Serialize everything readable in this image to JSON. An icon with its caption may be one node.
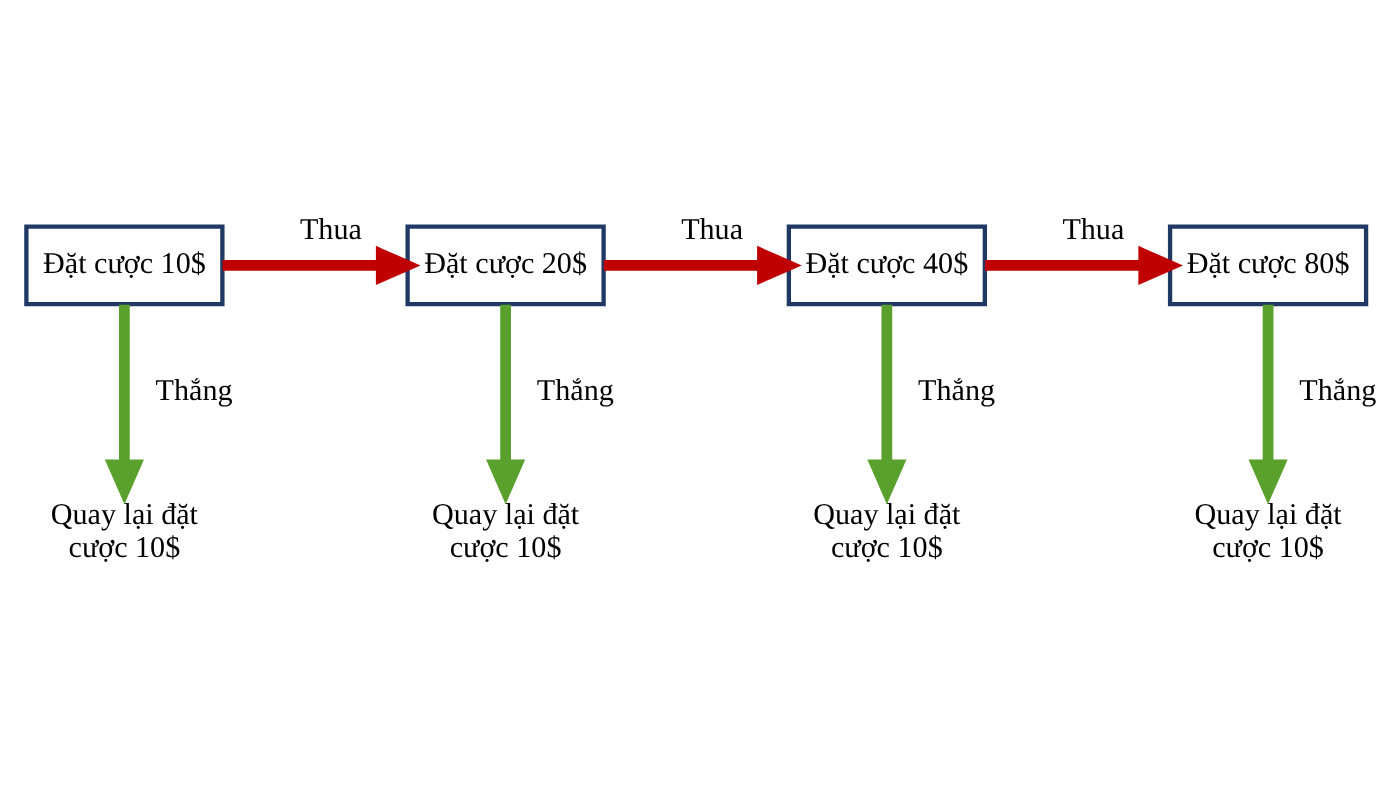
{
  "diagram": {
    "nodes": [
      {
        "text": [
          "Đặt cược 10$"
        ]
      },
      {
        "text": [
          "Đặt cược 20$"
        ]
      },
      {
        "text": [
          "Đặt cược 40$"
        ]
      },
      {
        "text": [
          "Đặt cược 80$"
        ]
      },
      {
        "text": [
          "Quay lại đặt cược 10$"
        ]
      },
      {
        "text": [
          "Quay lại đặt cược 10$"
        ]
      },
      {
        "text": [
          "Quay lại đặt cược 10$"
        ]
      },
      {
        "text": [
          "Quay lại đặt cược 10$"
        ]
      }
    ],
    "edges": [
      {
        "from": 0,
        "to": 1,
        "arrow": "to",
        "label": "Thua",
        "color": "#c00000"
      },
      {
        "from": 1,
        "to": 2,
        "arrow": "to",
        "label": "Thua",
        "color": "#c00000"
      },
      {
        "from": 2,
        "to": 3,
        "arrow": "to",
        "label": "Thua",
        "color": "#c00000"
      },
      {
        "from": 0,
        "to": 4,
        "arrow": "to",
        "label": "Thắng",
        "color": "#5aa02c"
      },
      {
        "from": 1,
        "to": 5,
        "arrow": "to",
        "label": "Thắng",
        "color": "#5aa02c"
      },
      {
        "from": 2,
        "to": 6,
        "arrow": "to",
        "label": "Thắng",
        "color": "#5aa02c"
      },
      {
        "from": 3,
        "to": 7,
        "arrow": "to",
        "label": "Thắng",
        "color": "#5aa02c"
      }
    ]
  }
}
